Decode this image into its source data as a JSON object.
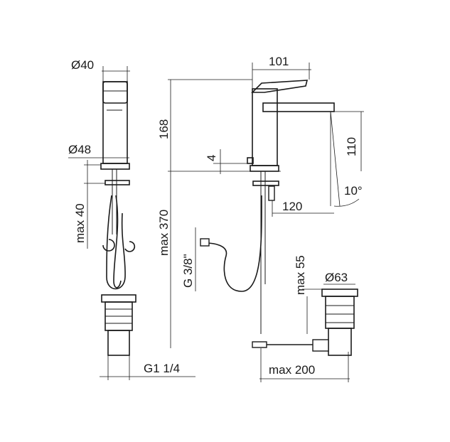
{
  "dimensions": {
    "side_top_diameter": "Ø40",
    "side_base_diameter": "Ø48",
    "side_max_thickness": "max 40",
    "drain_thread": "G1 1/4",
    "body_height": "168",
    "base_offset": "4",
    "max_hose_length": "max 370",
    "hose_thread": "G 3/8\"",
    "lever_length": "101",
    "spout_height": "110",
    "spray_angle": "10°",
    "spout_reach": "120",
    "max_drain_depth": "max 55",
    "drain_diameter": "Ø63",
    "max_rod_length": "max 200"
  }
}
